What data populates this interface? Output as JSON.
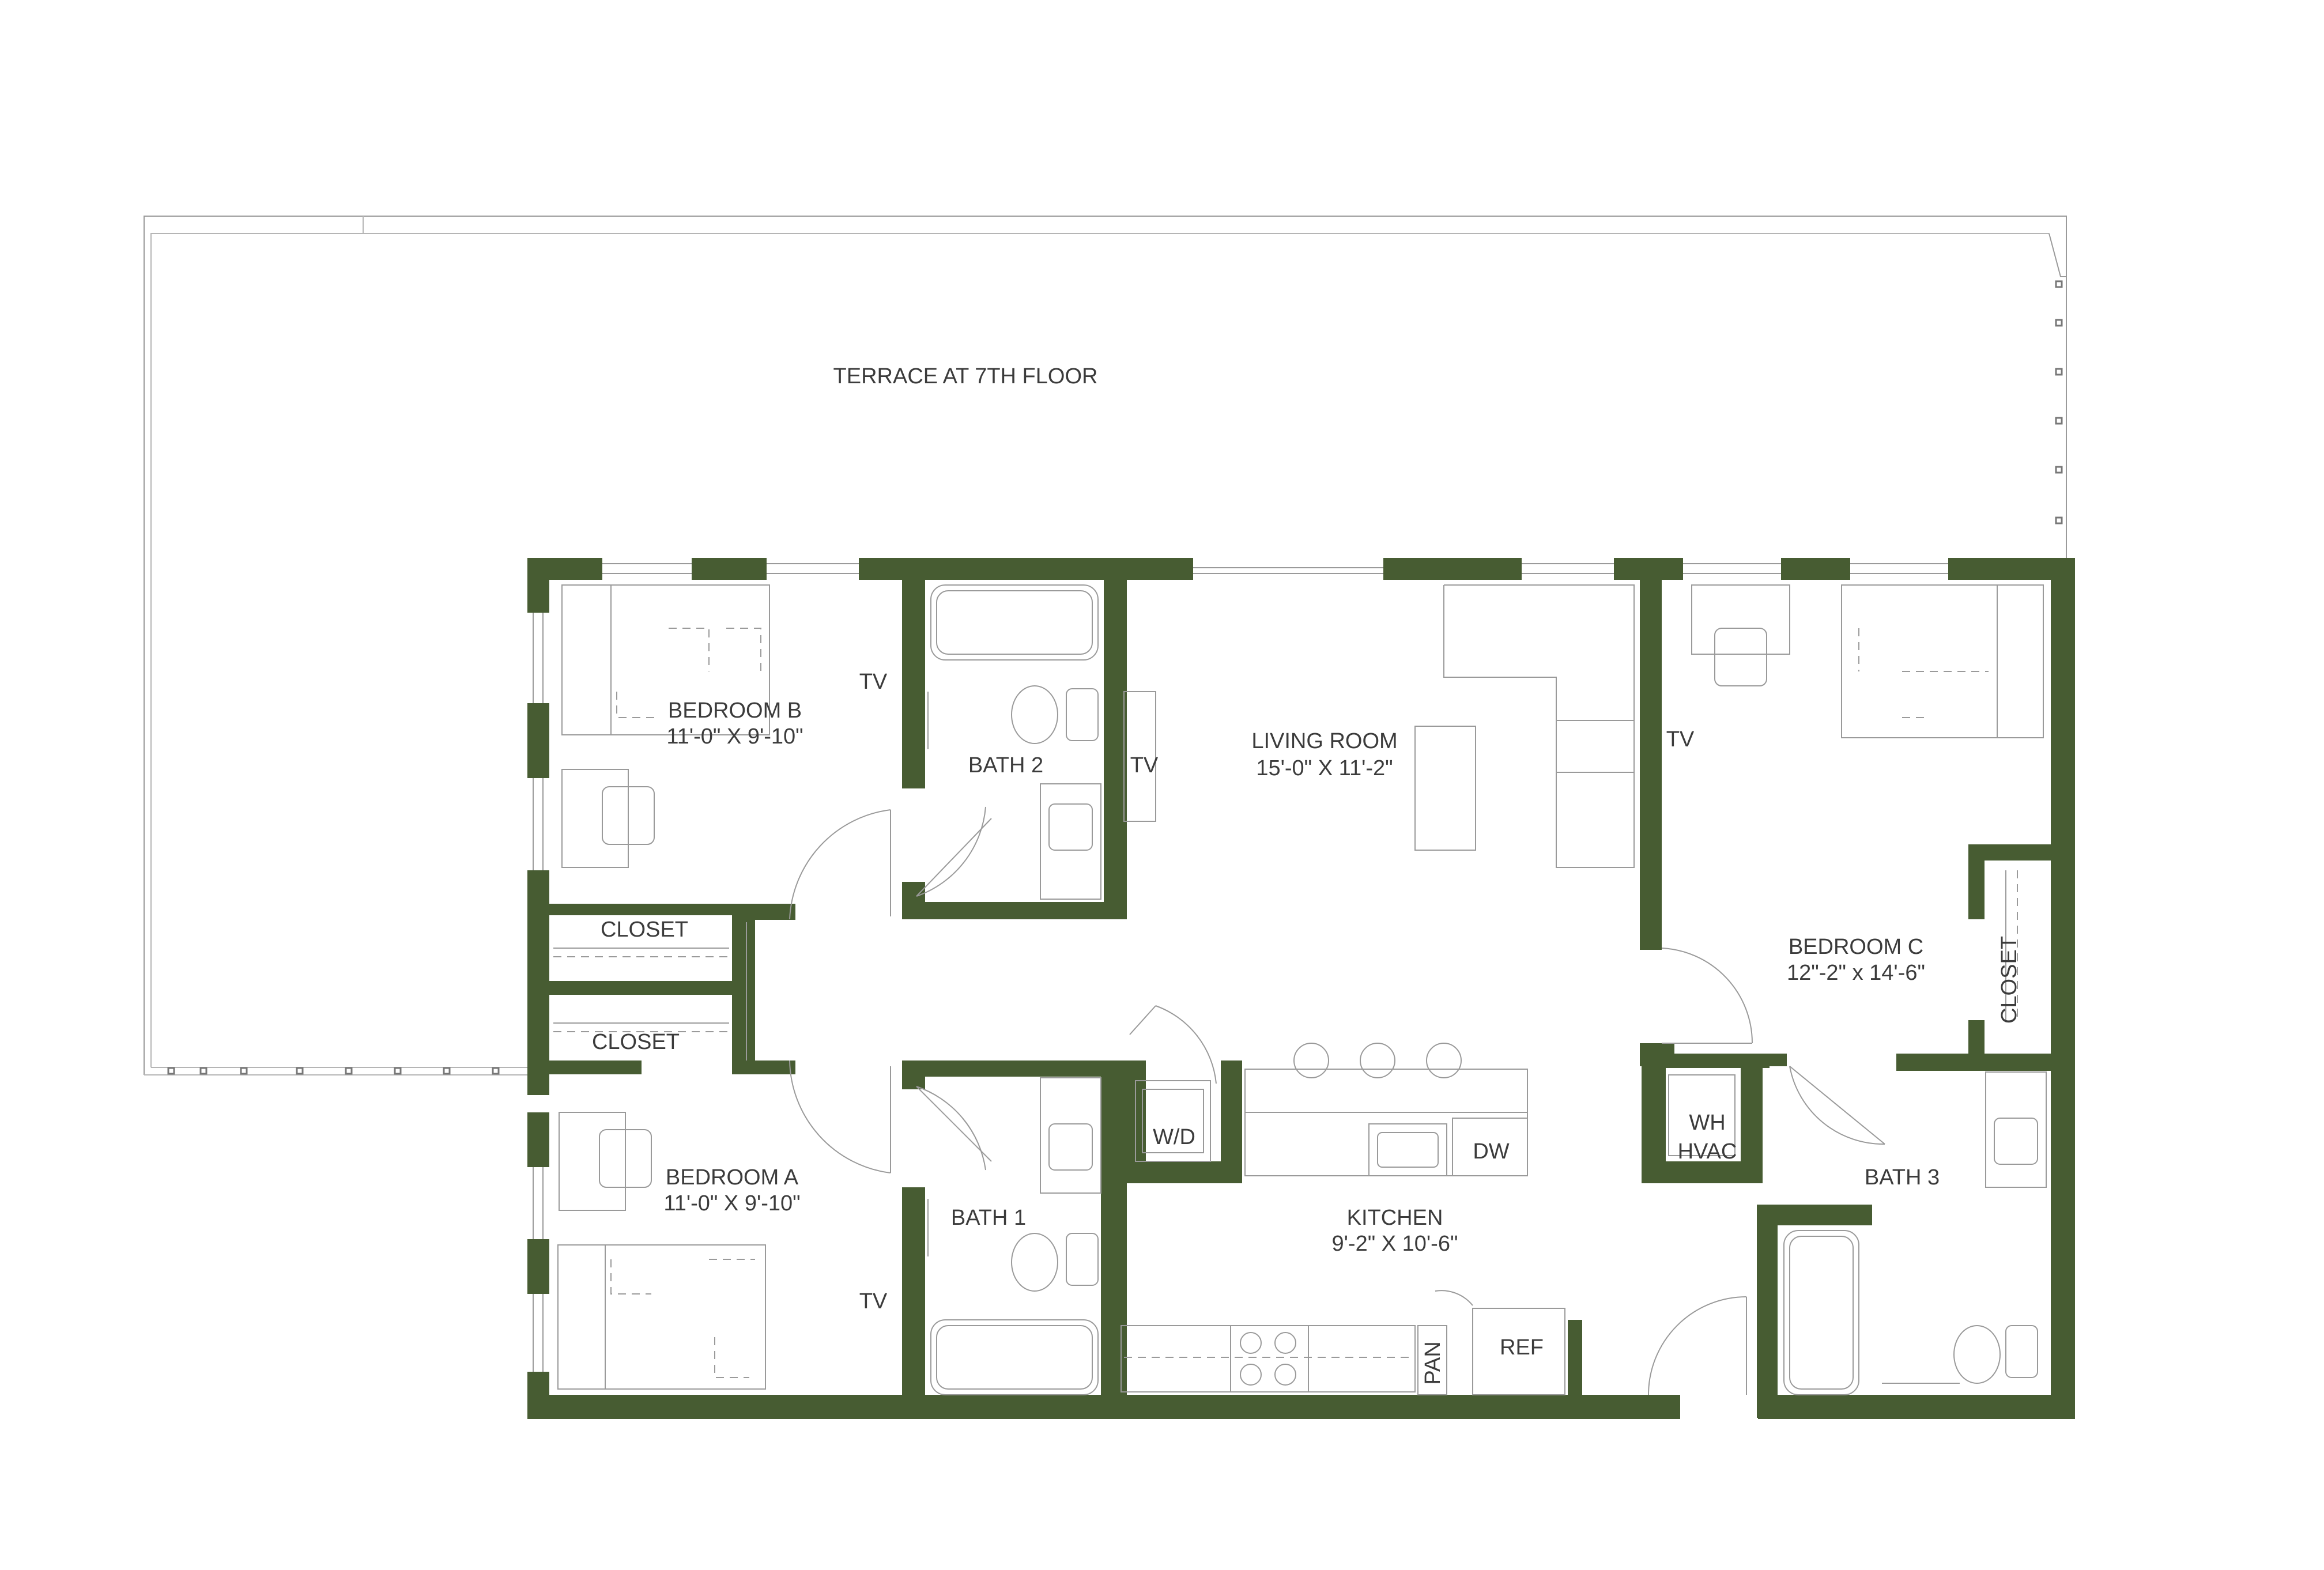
{
  "colors": {
    "wall": "#475c32",
    "fixture_line": "#9a9a9a",
    "label_text": "#3b3b3b",
    "background": "#ffffff"
  },
  "rooms": {
    "terrace": {
      "name": "TERRACE AT 7TH FLOOR"
    },
    "bedroom_b": {
      "name": "BEDROOM B",
      "size": "11'-0\" X 9'-10\"",
      "tv": "TV"
    },
    "bath_2": {
      "name": "BATH 2",
      "tv": "TV"
    },
    "living_room": {
      "name": "LIVING ROOM",
      "size": "15'-0\" X 11'-2\""
    },
    "bedroom_c": {
      "name": "BEDROOM C",
      "size": "12\"-2\" x 14'-6\"",
      "tv": "TV",
      "closet": "CLOSET"
    },
    "closet_upper": {
      "name": "CLOSET"
    },
    "closet_lower": {
      "name": "CLOSET"
    },
    "bedroom_a": {
      "name": "BEDROOM A",
      "size": "11'-0\" X 9'-10\"",
      "tv": "TV"
    },
    "bath_1": {
      "name": "BATH 1"
    },
    "laundry": {
      "name": "W/D"
    },
    "dishwasher": {
      "name": "DW"
    },
    "kitchen": {
      "name": "KITCHEN",
      "size": "9'-2\" X 10'-6\""
    },
    "pantry": {
      "name": "PAN"
    },
    "refrigerator": {
      "name": "REF"
    },
    "mechanical": {
      "line1": "WH",
      "line2": "HVAC"
    },
    "bath_3": {
      "name": "BATH 3"
    }
  }
}
